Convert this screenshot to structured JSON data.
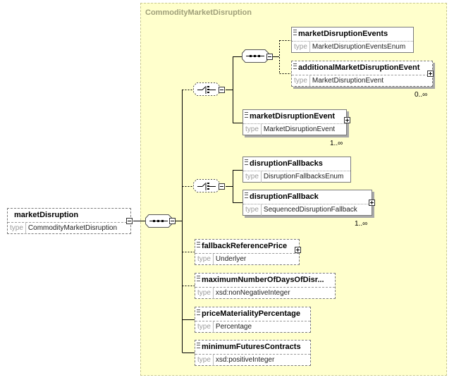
{
  "root": {
    "name": "marketDisruption",
    "type_kw": "type",
    "type": "CommodityMarketDisruption"
  },
  "complex_type": {
    "title": "CommodityMarketDisruption"
  },
  "elements": [
    {
      "name": "marketDisruptionEvents",
      "type_kw": "type",
      "type": "MarketDisruptionEventsEnum",
      "occurs": ""
    },
    {
      "name": "additionalMarketDisruptionEvent",
      "type_kw": "type",
      "type": "MarketDisruptionEvent",
      "occurs": "0..∞"
    },
    {
      "name": "marketDisruptionEvent",
      "type_kw": "type",
      "type": "MarketDisruptionEvent",
      "occurs": "1..∞"
    },
    {
      "name": "disruptionFallbacks",
      "type_kw": "type",
      "type": "DisruptionFallbacksEnum",
      "occurs": ""
    },
    {
      "name": "disruptionFallback",
      "type_kw": "type",
      "type": "SequencedDisruptionFallback",
      "occurs": "1..∞"
    },
    {
      "name": "fallbackReferencePrice",
      "type_kw": "type",
      "type": "Underlyer",
      "occurs": ""
    },
    {
      "name": "maximumNumberOfDaysOfDisr...",
      "type_kw": "type",
      "type": "xsd:nonNegativeInteger",
      "occurs": ""
    },
    {
      "name": "priceMaterialityPercentage",
      "type_kw": "type",
      "type": "Percentage",
      "occurs": ""
    },
    {
      "name": "minimumFuturesContracts",
      "type_kw": "type",
      "type": "xsd:positiveInteger",
      "occurs": ""
    }
  ]
}
